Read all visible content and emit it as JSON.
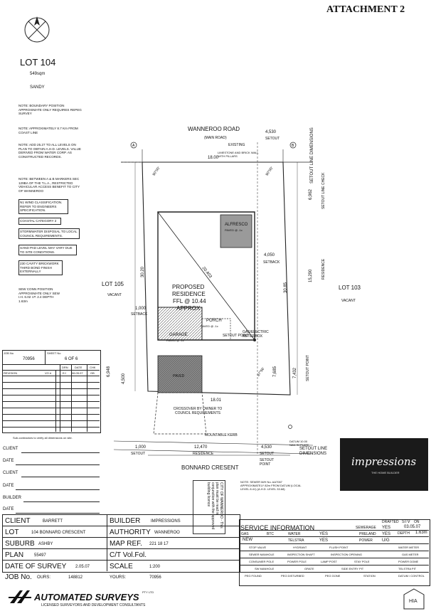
{
  "header": {
    "attachment": "ATTACHMENT 2"
  },
  "lot": {
    "title": "LOT 104",
    "area": "549sqm",
    "soil": "SANDY"
  },
  "notes": [
    "NOTE: BOUNDARY POSITION APPROXIMATE ONLY REQUIRES REPEG SURVEY",
    "NOTE: APPROXIMATELY 8.7 Km FROM COAST LINE",
    "NOTE: ADD 25.27 TO ALL LEVELS ON PLAN TO OBTAIN A.H.D. LEVELS. VALUE DERIVED FROM WATER CORP. AS CONSTRUCTED RECORDS.",
    "NOTE: BETWEEN A & B MARKERS SEC 129BA OF THE T.L.A., RESTRICTED VEHICULAR ACCESS BENEFIT TO CITY OF WANNEROO"
  ],
  "boxed_notes": [
    "N1 WIND CLASSIFICATION. REFER TO ENGINEERS SPECIFICATION.",
    "COASTAL CATEGORY 2",
    "STORMWATER DISPOSAL TO LOCAL COUNCIL REQUIREMENTS.",
    "SAND PAD LEVEL MAY VARY DUE TO SITE CONDITIONS.",
    "230 CAVITY BRICKWORK THIRD BOND FINISH EXTERNALLY"
  ],
  "sewer_note": "SEW CONN POSITION APPROXIMATE ONLY SEW I.H. 6.02 I.P. 2.4 DEPTH 1.63m",
  "plan": {
    "road_top": "WANNEROO ROAD",
    "road_top_sub": "(MAIN ROAD)",
    "road_bottom": "BONNARD CRESENT",
    "lot_left": "LOT 105",
    "lot_left_sub": "VACANT",
    "lot_right": "LOT 103",
    "lot_right_sub": "VACANT",
    "residence_l1": "PROPOSED",
    "residence_l2": "RESIDENCE",
    "residence_l3": "FFL @ 10.44",
    "residence_l4": "APPROX",
    "alfresco": "ALFRESCO",
    "alfresco_sub": "PAVED @ -1c",
    "porch": "PORCH",
    "porch_sub": "PAVED @ -1c",
    "garage": "GARAGE",
    "garage_sub": "PAVED @ -1c",
    "paved": "PAVED",
    "setout_point": "SETOUT POINT",
    "setback": "SETBACK",
    "gas_meter": "GAS/ELECTRIC METERBOX",
    "existing": "EXISTING",
    "limestone": "LIMESTONE AND BRICK WALL WITH PILLARS",
    "crossover": "CROSSOVER BY OWNER TO COUNCIL REQUIREMENTS",
    "mountable_kerb": "MOUNTABLE KERB",
    "setout_line_dims": "SETOUT LINE DIMENSIONS",
    "setout_line_check": "SETOUT LINE CHECK",
    "residence": "RESIDENCE",
    "setout": "SETOUT",
    "datum": "DATUM 10.00 NAIL IN PLATE",
    "sewer_mh": "NOTE: SEWER M/H No. AA7067 APPROXIMATELY 82m FROM DATUM (LOCAL LEVEL 8.41) (A.H.D. LEVEL 33.68)",
    "dims": {
      "front_width": "18.00",
      "rear_width": "18.01",
      "left_depth": "30.20",
      "right_depth": "30.85",
      "diag": "20.403",
      "setout_4530": "4,530",
      "setout_4050": "4,050",
      "setout_6962": "6,962",
      "setout_15290": "15,290",
      "setout_1000": "1,000",
      "setout_12470": "12,470",
      "setout_7432": "7,432",
      "setout_7685": "7,685",
      "setout_6948": "6,948",
      "setout_4500": "4,500",
      "angle_top_left": "90°00'",
      "angle_top_right": "90°00'",
      "angle_bottom_right": "87°56'"
    }
  },
  "sheet": {
    "job_label": "JOB No",
    "job_no": "70956",
    "sheet_label": "SHEET No",
    "sheet_of": "6 OF 6",
    "revision_label": "REVISION",
    "vo_label": "VO #",
    "drn_label": "DRN",
    "date_label": "DATE",
    "chk_label": "CHK",
    "drn": "EJ",
    "date": "06.05.07",
    "chk": "GB",
    "subcontract_note": "Sub-contractors to verify all dimensions on site."
  },
  "signoff": [
    "CLIENT",
    "DATE",
    "CLIENT",
    "DATE",
    "BUILDER",
    "DATE"
  ],
  "impressions": {
    "brand": "impressions",
    "tagline": "THE HOME BUILDER"
  },
  "stamp": "CITY OF WANNEROO - This plan must be read in conjunction with the approved building licence",
  "title_block": {
    "client_label": "CLIENT",
    "client": "BARRETT",
    "builder_label": "BUILDER",
    "builder": "IMPRESSIONS",
    "lot_label": "LOT",
    "lot": "104 BONNARD CRESCENT",
    "authority_label": "AUTHORITY",
    "authority": "WANNEROO",
    "suburb_label": "SUBURB",
    "suburb": "ASHBY",
    "mapref_label": "MAP REF.",
    "mapref": "221 18 17",
    "plan_label": "PLAN",
    "plan": "55497",
    "ctvol_label": "C/T Vol.Fol.",
    "ctvol": "",
    "dos_label": "DATE OF SURVEY",
    "dos": "2.05.07",
    "scale_label": "SCALE",
    "scale": "1:200",
    "jobno_label": "JOB No.",
    "ours_label": "OURS:",
    "ours": "148812",
    "yours_label": "YOURS:",
    "yours": "70956"
  },
  "service_info": {
    "title": "SERVICE INFORMATION",
    "drafted_label": "DRAFTED",
    "drafted": "STV",
    "on_label": "ON",
    "on": "03.05.07",
    "sewerage_label": "SEWERAGE",
    "sewerage": "YES",
    "depth_label": "DEPTH",
    "depth": "1.63m",
    "gas_label": "GAS",
    "gas": "",
    "btc_label": "BTC",
    "water_label": "WATER",
    "water": "YES",
    "preland_label": "PRELAND",
    "preland": "YES",
    "sewer_label": "NEW",
    "telstra_label": "TELSTRA",
    "telstra": "YES",
    "power_label": "POWER",
    "power": "U/G"
  },
  "legend": [
    "STOP VALVE",
    "HYDRANT",
    "FLUSH POINT",
    "WATER METER",
    "SEWER MANHOLE",
    "INSPECTION SHAFT",
    "INSPECTION OPENING",
    "GAS METER",
    "CONSUMER POLE",
    "POWER POLE",
    "LAMP POST",
    "STAY POLE",
    "POWER DOME",
    "SW MANHOLE",
    "GRATE",
    "SIDE ENTRY PIT",
    "TELSTRA PIT",
    "PEG FOUND",
    "PEG DISTURBED",
    "PEG GONE",
    "STATION",
    "DATUM / CONTROL"
  ],
  "company": {
    "name": "AUTOMATED SURVEYS",
    "suffix": "PTY LTD",
    "sub": "LICENSED SURVEYORS AND DEVELOPMENT CONSULTANTS"
  }
}
